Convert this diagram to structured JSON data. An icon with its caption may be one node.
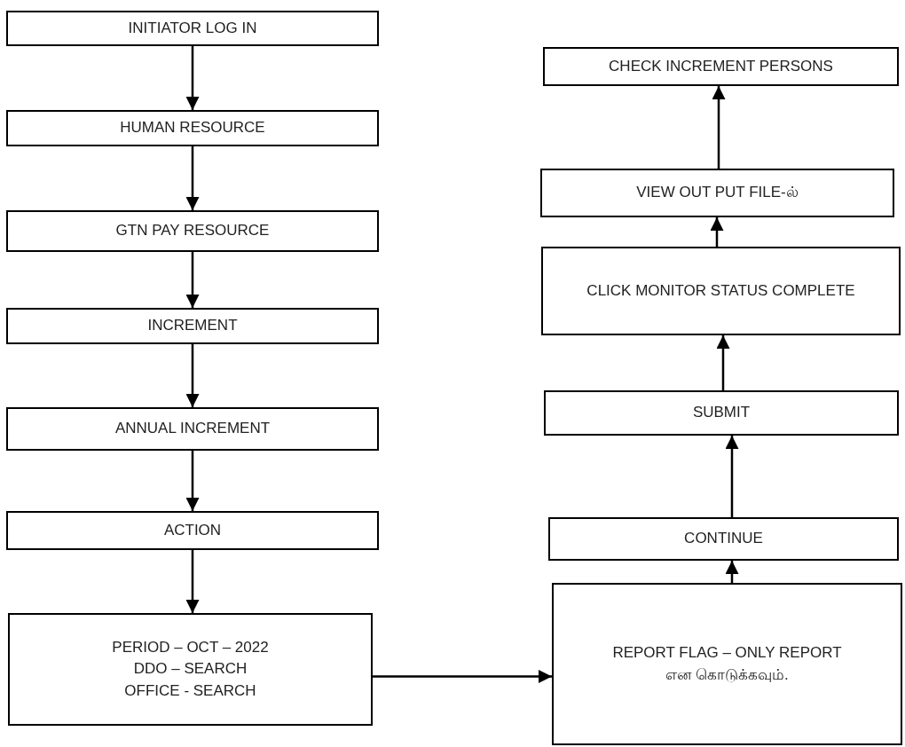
{
  "diagram": {
    "nodes": [
      {
        "text": [
          "INITIATOR LOG IN"
        ]
      },
      {
        "text": [
          "HUMAN RESOURCE"
        ]
      },
      {
        "text": [
          "GTN PAY RESOURCE"
        ]
      },
      {
        "text": [
          "INCREMENT"
        ]
      },
      {
        "text": [
          "ANNUAL INCREMENT"
        ]
      },
      {
        "text": [
          "ACTION"
        ]
      },
      {
        "text": [
          "PERIOD – OCT – 2022",
          "DDO – SEARCH",
          "OFFICE - SEARCH"
        ]
      },
      {
        "text": [
          "REPORT FLAG – ONLY REPORT",
          "என கொடுக்கவும்."
        ]
      },
      {
        "text": [
          "CONTINUE"
        ]
      },
      {
        "text": [
          "SUBMIT"
        ]
      },
      {
        "text": [
          "CLICK MONITOR STATUS COMPLETE"
        ]
      },
      {
        "text": [
          "VIEW OUT PUT FILE-ல்"
        ]
      },
      {
        "text": [
          "CHECK INCREMENT PERSONS"
        ]
      }
    ],
    "edges": [
      {
        "from": 0,
        "to": 1,
        "arrow": "to"
      },
      {
        "from": 1,
        "to": 2,
        "arrow": "to"
      },
      {
        "from": 2,
        "to": 3,
        "arrow": "to"
      },
      {
        "from": 3,
        "to": 4,
        "arrow": "to"
      },
      {
        "from": 4,
        "to": 5,
        "arrow": "to"
      },
      {
        "from": 5,
        "to": 6,
        "arrow": "to"
      },
      {
        "from": 6,
        "to": 7,
        "arrow": "to"
      },
      {
        "from": 7,
        "to": 8,
        "arrow": "to"
      },
      {
        "from": 8,
        "to": 9,
        "arrow": "to"
      },
      {
        "from": 9,
        "to": 10,
        "arrow": "to"
      },
      {
        "from": 10,
        "to": 11,
        "arrow": "to"
      },
      {
        "from": 11,
        "to": 12,
        "arrow": "to"
      }
    ]
  }
}
